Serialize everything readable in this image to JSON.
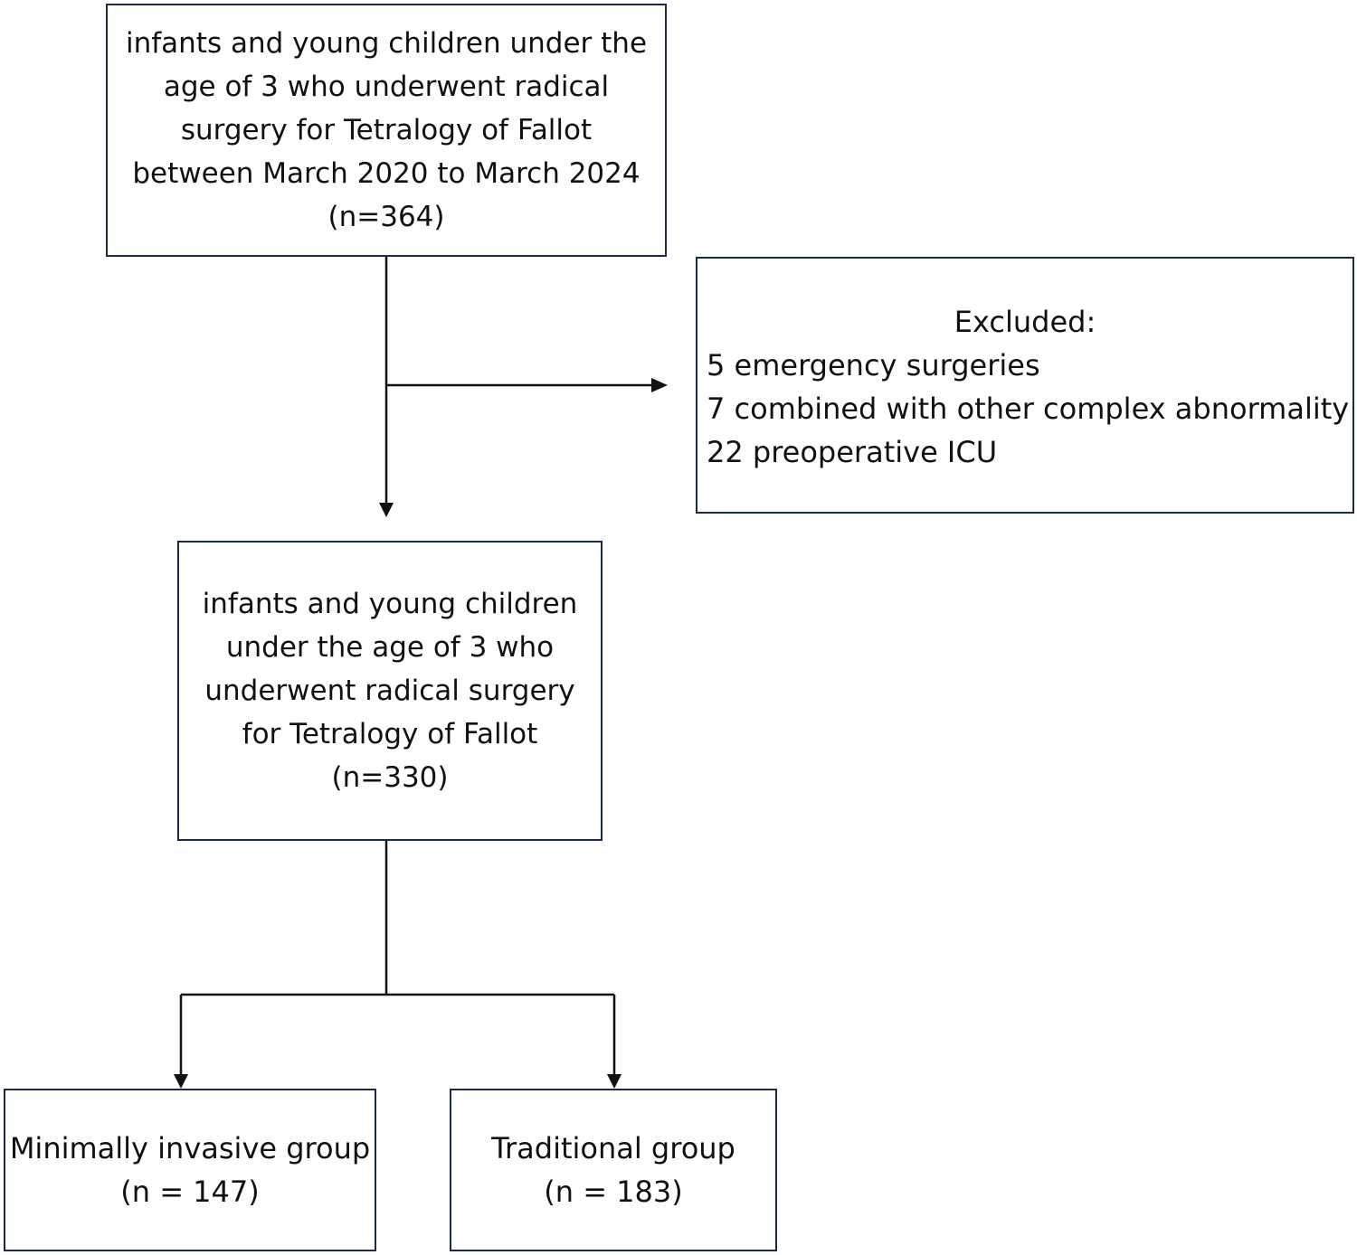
{
  "nodes": {
    "total": {
      "lines": [
        "infants and young children under the",
        "age of 3 who underwent radical",
        "surgery for Tetralogy of Fallot",
        "between March 2020 to March 2024",
        "(n=364)"
      ]
    },
    "excluded": {
      "title": "Excluded:",
      "items": [
        "5 emergency surgeries",
        "7 combined with other complex abnormality",
        "22 preoperative ICU"
      ]
    },
    "included": {
      "lines": [
        "infants and young children",
        "under the age of 3 who",
        "underwent radical surgery",
        "for Tetralogy of Fallot",
        "(n=330)"
      ]
    },
    "minimally_invasive": {
      "lines": [
        "Minimally invasive group",
        "(n = 147)"
      ]
    },
    "traditional": {
      "lines": [
        "Traditional group",
        "(n = 183)"
      ]
    }
  },
  "colors": {
    "box_border": "#1c2a4a",
    "arrow": "#111111",
    "text": "#111111"
  }
}
